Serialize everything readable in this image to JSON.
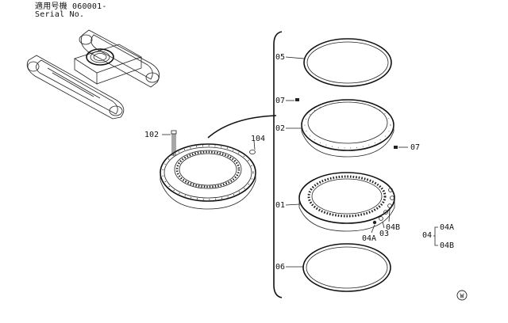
{
  "header": {
    "applicable_model": "適用号機 060001-",
    "serial_no": "Serial No."
  },
  "parts": {
    "p05": "05",
    "p07a": "07",
    "p02": "02",
    "p07b": "07",
    "p01": "01",
    "p04a": "04A",
    "p03": "03",
    "p04b": "04B",
    "p06": "06",
    "p102": "102",
    "p104": "104"
  },
  "legend": {
    "group": "04",
    "item_a": "04A",
    "item_b": "04B"
  },
  "mark": "W"
}
